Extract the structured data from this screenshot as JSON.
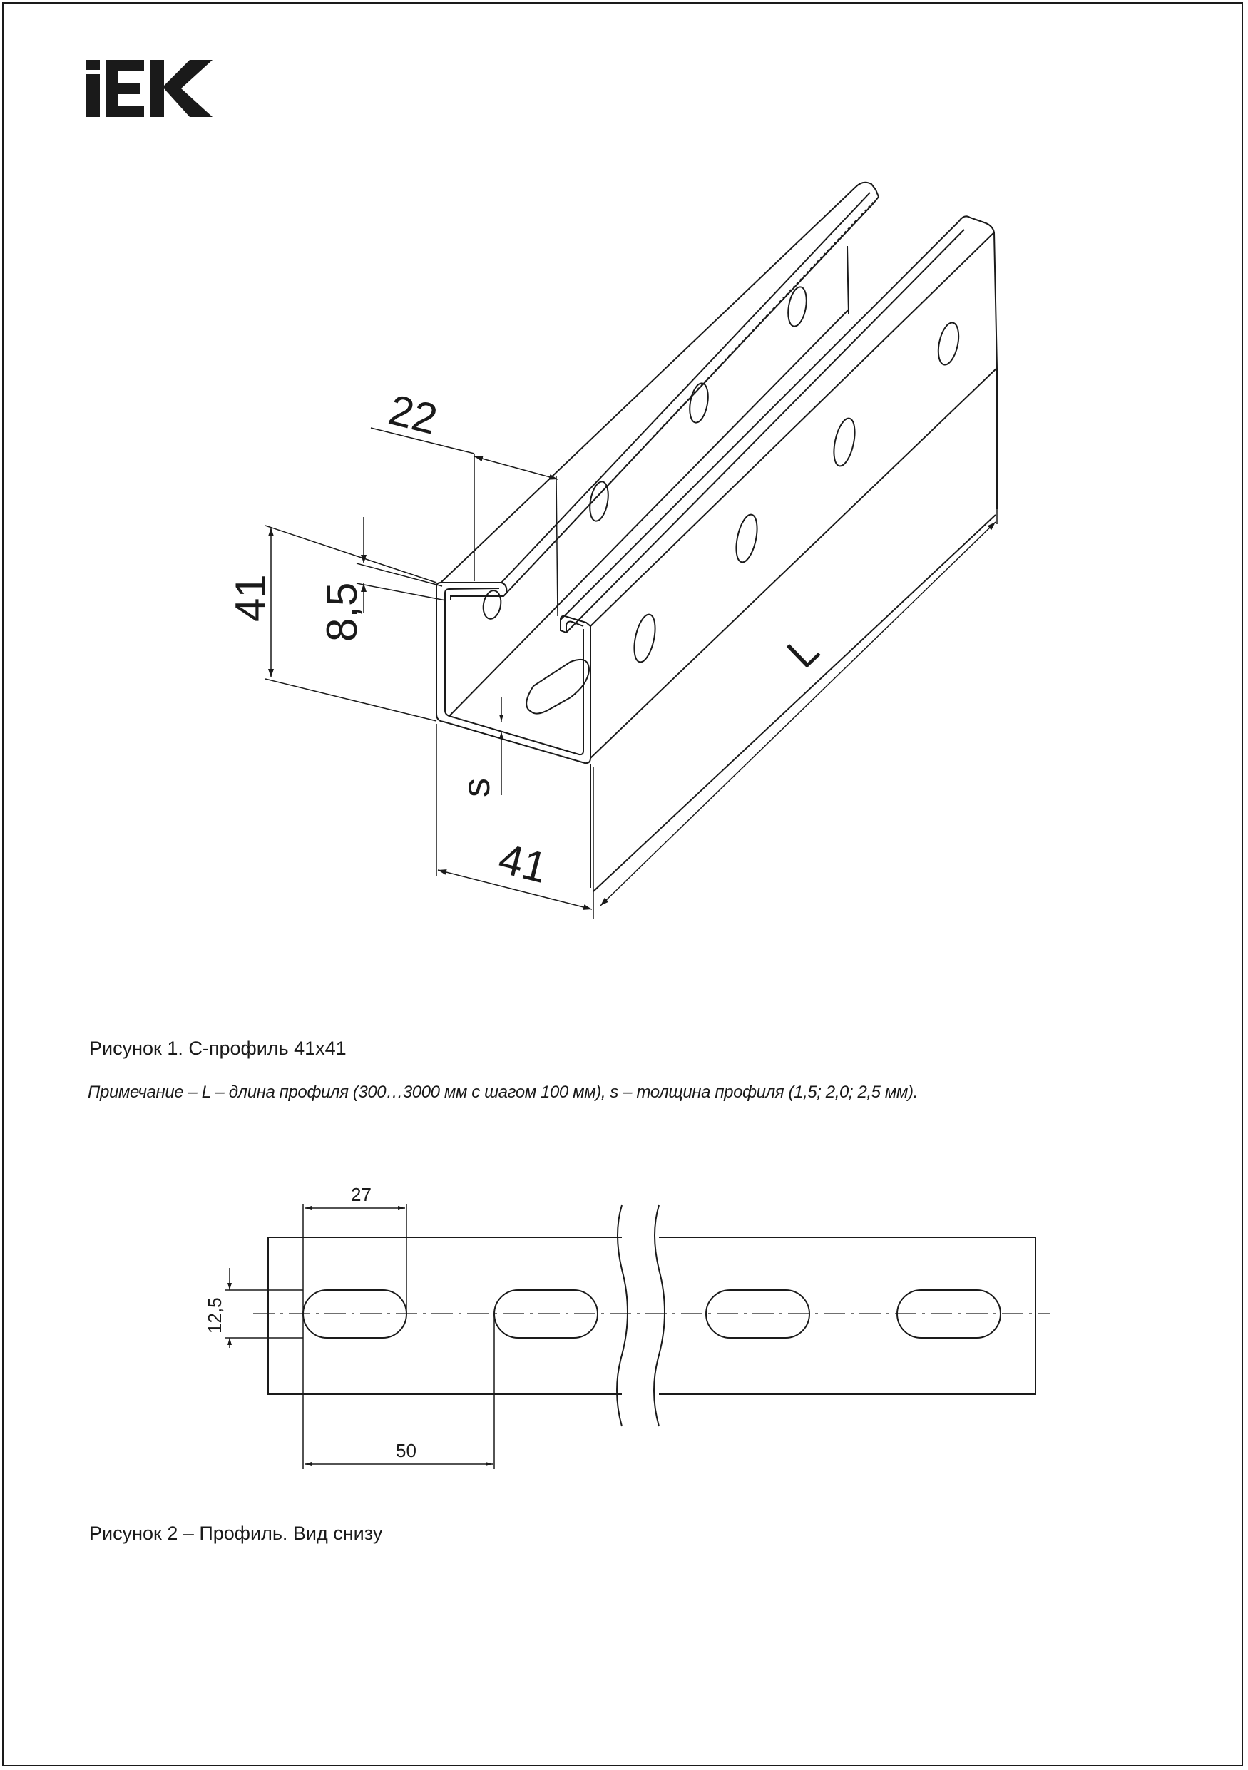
{
  "brand": {
    "logo_text": "IEK"
  },
  "figure1": {
    "caption": "Рисунок 1. С-профиль 41х41",
    "dims": {
      "flange_gap": "22",
      "height": "41",
      "lip": "8,5",
      "thickness": "s",
      "width": "41",
      "length": "L"
    }
  },
  "note": "Примечание – L – длина профиля (300…3000 мм с шагом 100 мм), s – толщина профиля (1,5; 2,0; 2,5 мм).",
  "figure2": {
    "caption": "Рисунок 2 – Профиль. Вид снизу",
    "dims": {
      "slot_length": "27",
      "slot_width": "12,5",
      "pitch": "50"
    }
  },
  "colors": {
    "ink": "#1a1a1a",
    "paper": "#ffffff"
  }
}
